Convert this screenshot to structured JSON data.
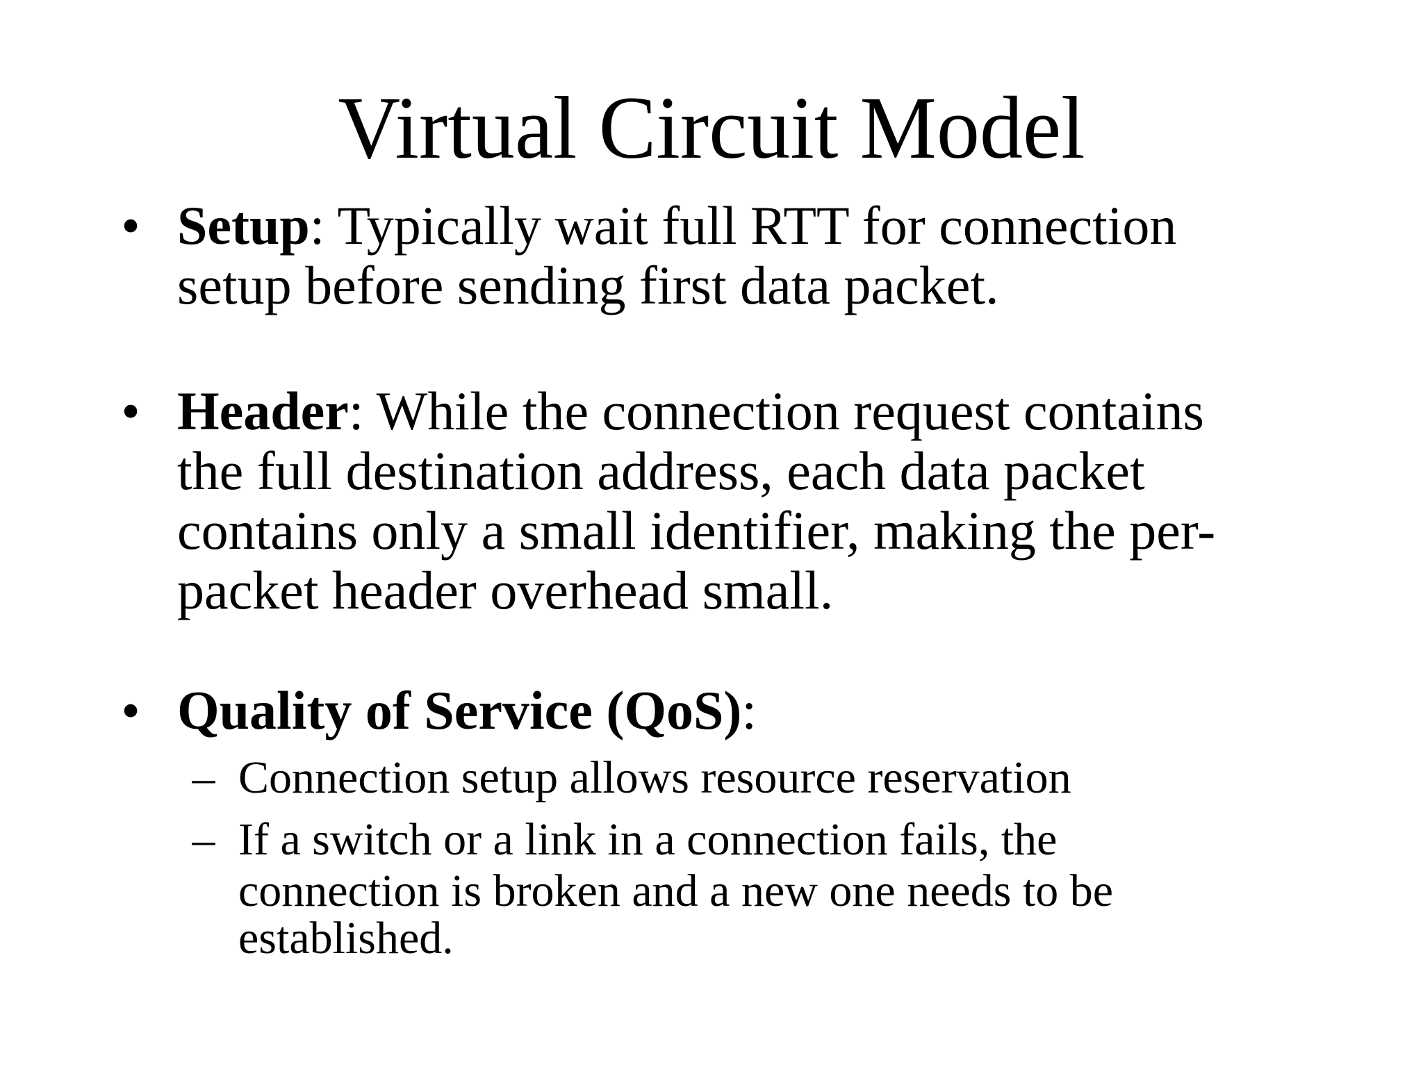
{
  "slide": {
    "title": "Virtual Circuit Model",
    "bullet_glyph": "•",
    "dash_glyph": "–",
    "bullets": [
      {
        "term": "Setup",
        "separator": ":",
        "lines": [
          " Typically wait full RTT for connection",
          "setup before sending first data packet."
        ]
      },
      {
        "term": "Header",
        "separator": ":",
        "lines": [
          " While the connection request contains",
          "the full destination address, each data packet",
          "contains only a small identifier, making the per-",
          "packet header overhead small."
        ]
      },
      {
        "term": "Quality of Service (QoS)",
        "separator": ":",
        "lines": [],
        "sub_items": [
          {
            "lines": [
              "Connection setup allows resource reservation"
            ]
          },
          {
            "lines": [
              "If a switch or a link in a connection fails, the",
              "connection is broken and a new one needs to be",
              "established."
            ]
          }
        ]
      }
    ]
  }
}
